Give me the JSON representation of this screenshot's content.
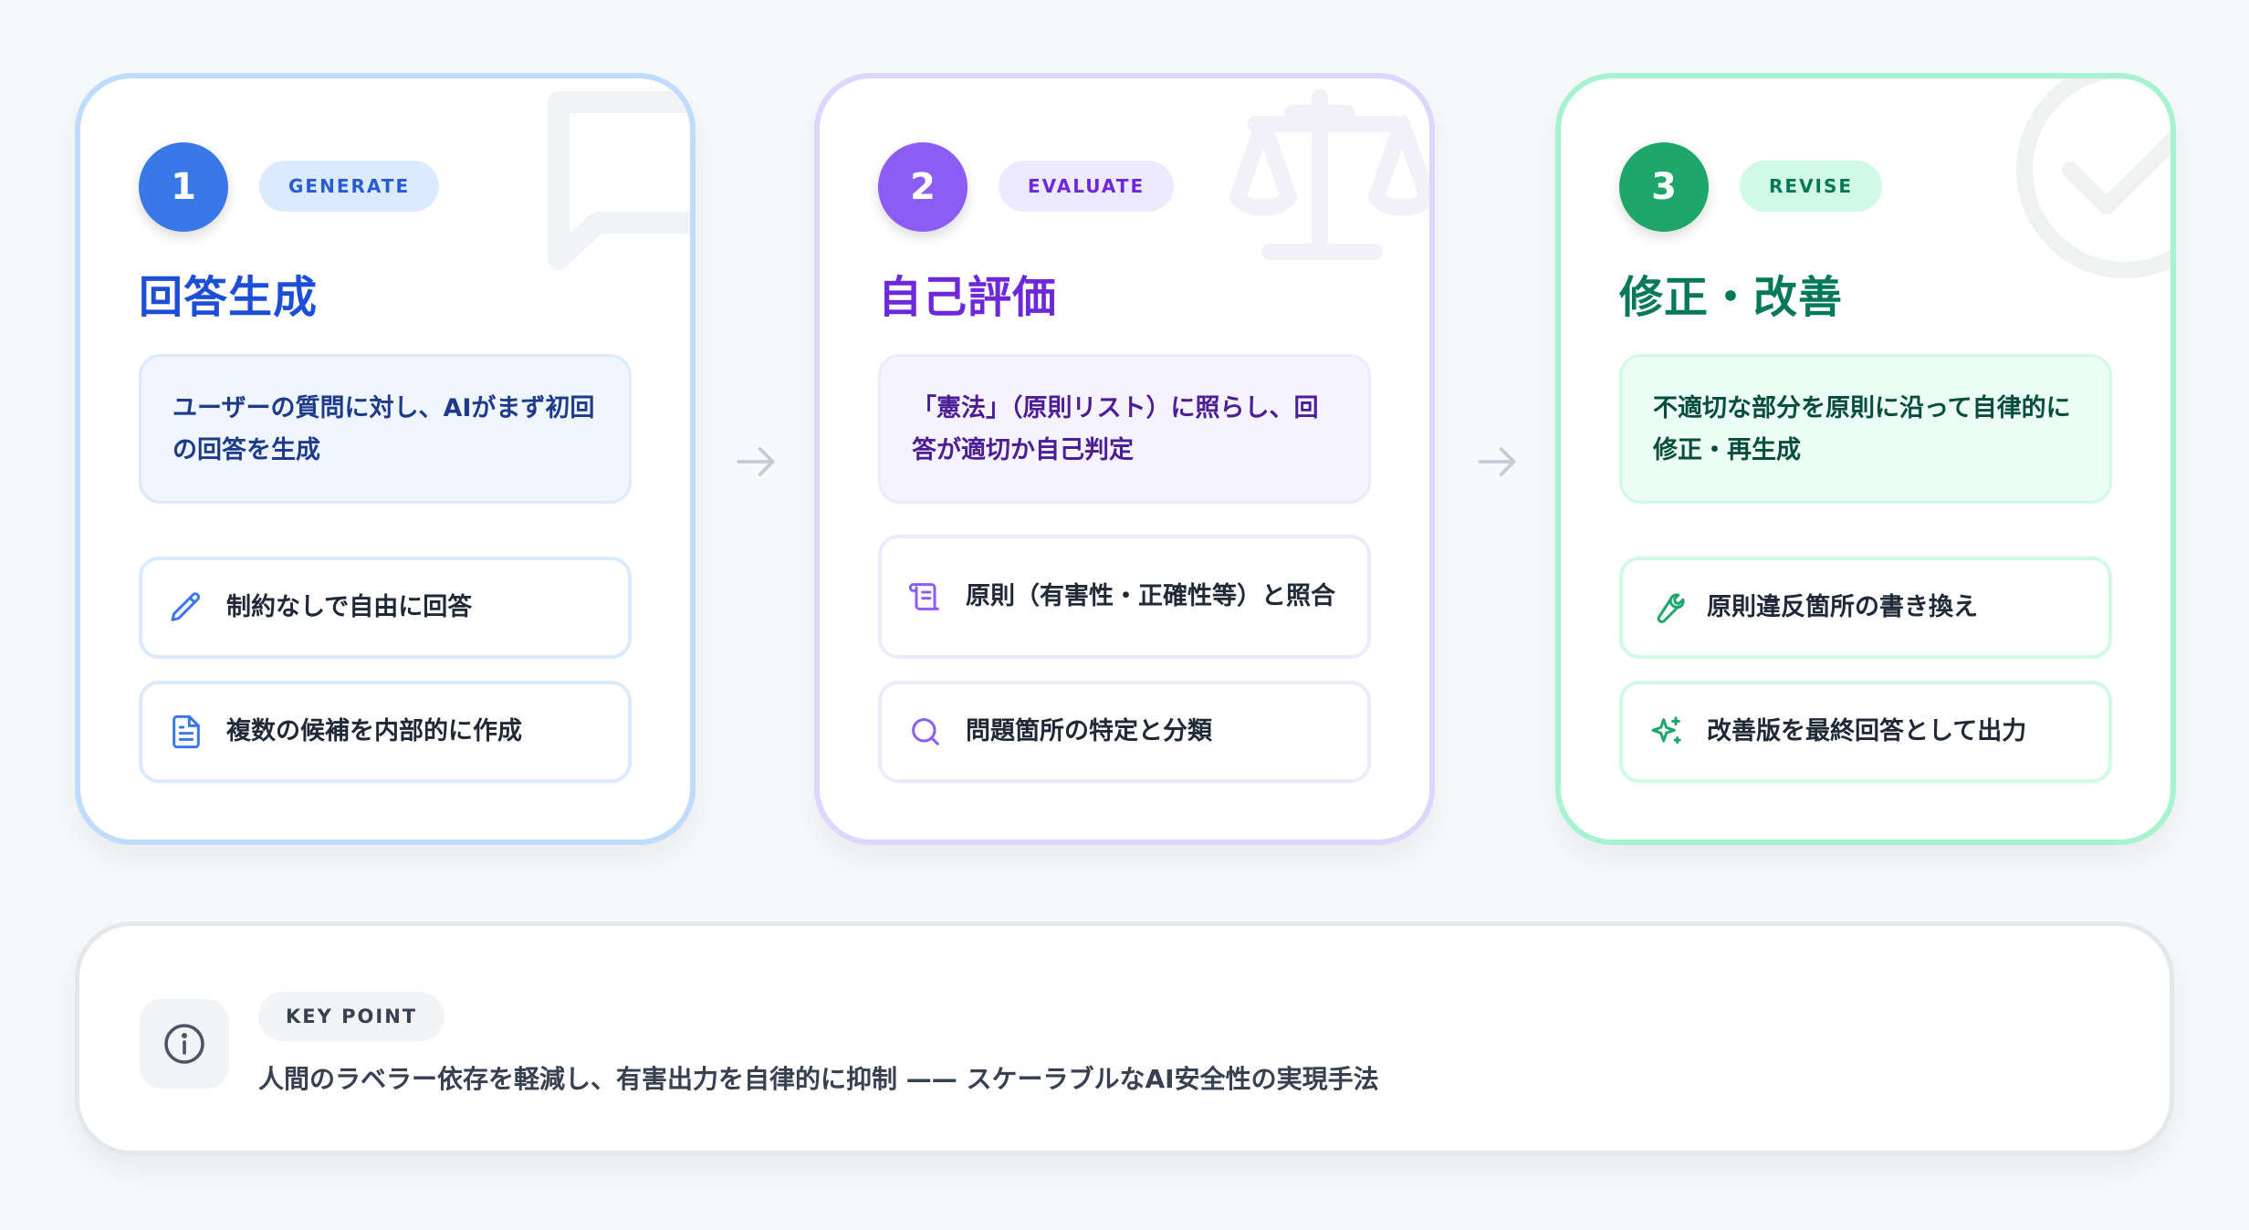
{
  "colors": {
    "generate": "#3b78e7",
    "evaluate": "#8b5cf6",
    "revise": "#1fa76b"
  },
  "steps": [
    {
      "number": "1",
      "tag": "GENERATE",
      "title": "回答生成",
      "description": "ユーザーの質問に対し、AIがまず初回の回答を生成",
      "watermark_icon": "speech-bubble-icon",
      "items": [
        {
          "icon": "pencil-icon",
          "label": "制約なしで自由に回答"
        },
        {
          "icon": "document-icon",
          "label": "複数の候補を内部的に作成"
        }
      ]
    },
    {
      "number": "2",
      "tag": "EVALUATE",
      "title": "自己評価",
      "description": "「憲法」（原則リスト）に照らし、回答が適切か自己判定",
      "watermark_icon": "scales-icon",
      "items": [
        {
          "icon": "scroll-icon",
          "label": "原則（有害性・正確性等）と照合"
        },
        {
          "icon": "search-icon",
          "label": "問題箇所の特定と分類"
        }
      ]
    },
    {
      "number": "3",
      "tag": "REVISE",
      "title": "修正・改善",
      "description": "不適切な部分を原則に沿って自律的に修正・再生成",
      "watermark_icon": "check-circle-icon",
      "items": [
        {
          "icon": "wrench-icon",
          "label": "原則違反箇所の書き換え"
        },
        {
          "icon": "sparkles-icon",
          "label": "改善版を最終回答として出力"
        }
      ]
    }
  ],
  "key_point": {
    "icon": "info-icon",
    "tag": "KEY POINT",
    "text": "人間のラベラー依存を軽減し、有害出力を自律的に抑制 —— スケーラブルなAI安全性の実現手法"
  }
}
